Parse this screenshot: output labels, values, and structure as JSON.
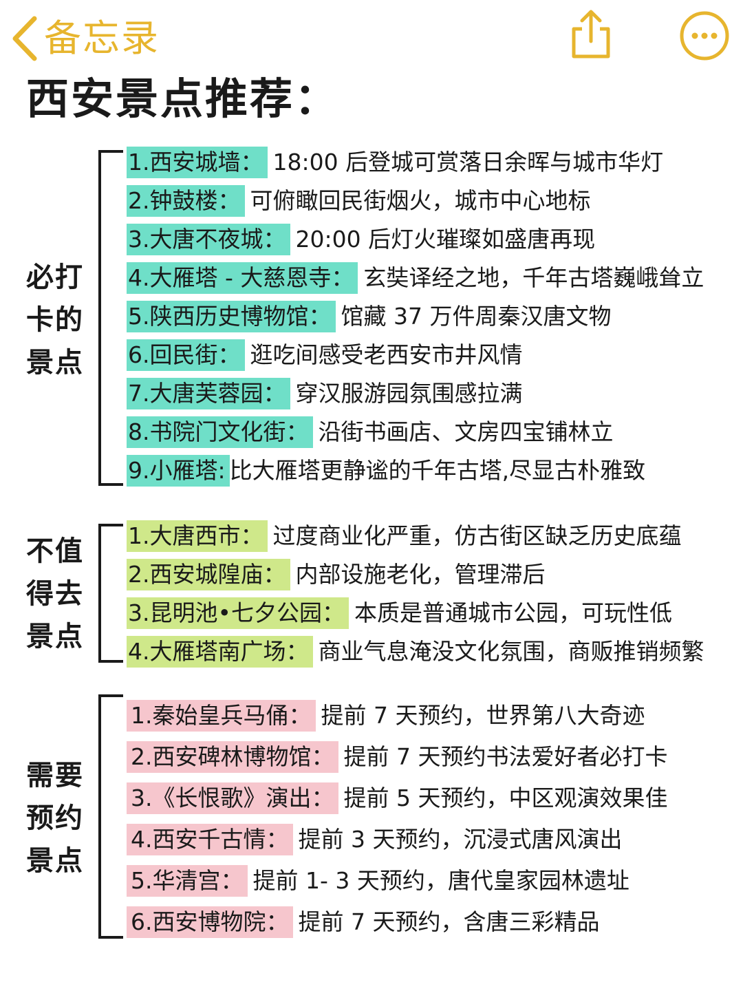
{
  "header": {
    "back_label": "备忘录",
    "icons": {
      "back": "chevron-left-icon",
      "share": "share-icon",
      "more": "more-icon"
    },
    "accent_color": "#e7b52e"
  },
  "title": "西安景点推荐：",
  "groups": [
    {
      "label": [
        "必打",
        "卡的",
        "景点"
      ],
      "highlight_color": "#6fdfc8",
      "items": [
        {
          "name": "1.西安城墙：",
          "desc": "18:00 后登城可赏落日余晖与城市华灯"
        },
        {
          "name": "2.钟鼓楼：",
          "desc": "可俯瞰回民街烟火，城市中心地标"
        },
        {
          "name": "3.大唐不夜城：",
          "desc": "20:00 后灯火璀璨如盛唐再现"
        },
        {
          "name": "4.大雁塔 - 大慈恩寺：",
          "desc": "玄奘译经之地，千年古塔巍峨耸立"
        },
        {
          "name": "5.陕西历史博物馆：",
          "desc": "馆藏 37 万件周秦汉唐文物"
        },
        {
          "name": "6.回民街：",
          "desc": "逛吃间感受老西安市井风情"
        },
        {
          "name": "7.大唐芙蓉园：",
          "desc": "穿汉服游园氛围感拉满"
        },
        {
          "name": "8.书院门文化街：",
          "desc": "沿街书画店、文房四宝铺林立"
        },
        {
          "name": "9.小雁塔:",
          "desc": "比大雁塔更静谧的千年古塔,尽显古朴雅致"
        }
      ]
    },
    {
      "label": [
        "不值",
        "得去",
        "景点"
      ],
      "highlight_color": "#cfe88a",
      "items": [
        {
          "name": "1.大唐西市：",
          "desc": "过度商业化严重，仿古街区缺乏历史底蕴"
        },
        {
          "name": "2.西安城隍庙：",
          "desc": "内部设施老化，管理滞后"
        },
        {
          "name": "3.昆明池•七夕公园：",
          "desc": "本质是普通城市公园，可玩性低"
        },
        {
          "name": "4.大雁塔南广场：",
          "desc": "商业气息淹没文化氛围，商贩推销频繁"
        }
      ]
    },
    {
      "label": [
        "需要",
        "预约",
        "景点"
      ],
      "highlight_color": "#f6c6cd",
      "items": [
        {
          "name": "1.秦始皇兵马俑：",
          "desc": "提前 7 天预约，世界第八大奇迹"
        },
        {
          "name": "2.西安碑林博物馆：",
          "desc": "提前 7 天预约书法爱好者必打卡"
        },
        {
          "name": "3.《长恨歌》演出：",
          "desc": "提前 5 天预约，中区观演效果佳"
        },
        {
          "name": "4.西安千古情：",
          "desc": "提前 3 天预约，沉浸式唐风演出"
        },
        {
          "name": "5.华清宫：",
          "desc": "提前 1- 3 天预约，唐代皇家园林遗址"
        },
        {
          "name": "6.西安博物院：",
          "desc": "提前 7 天预约，含唐三彩精品"
        }
      ]
    }
  ]
}
